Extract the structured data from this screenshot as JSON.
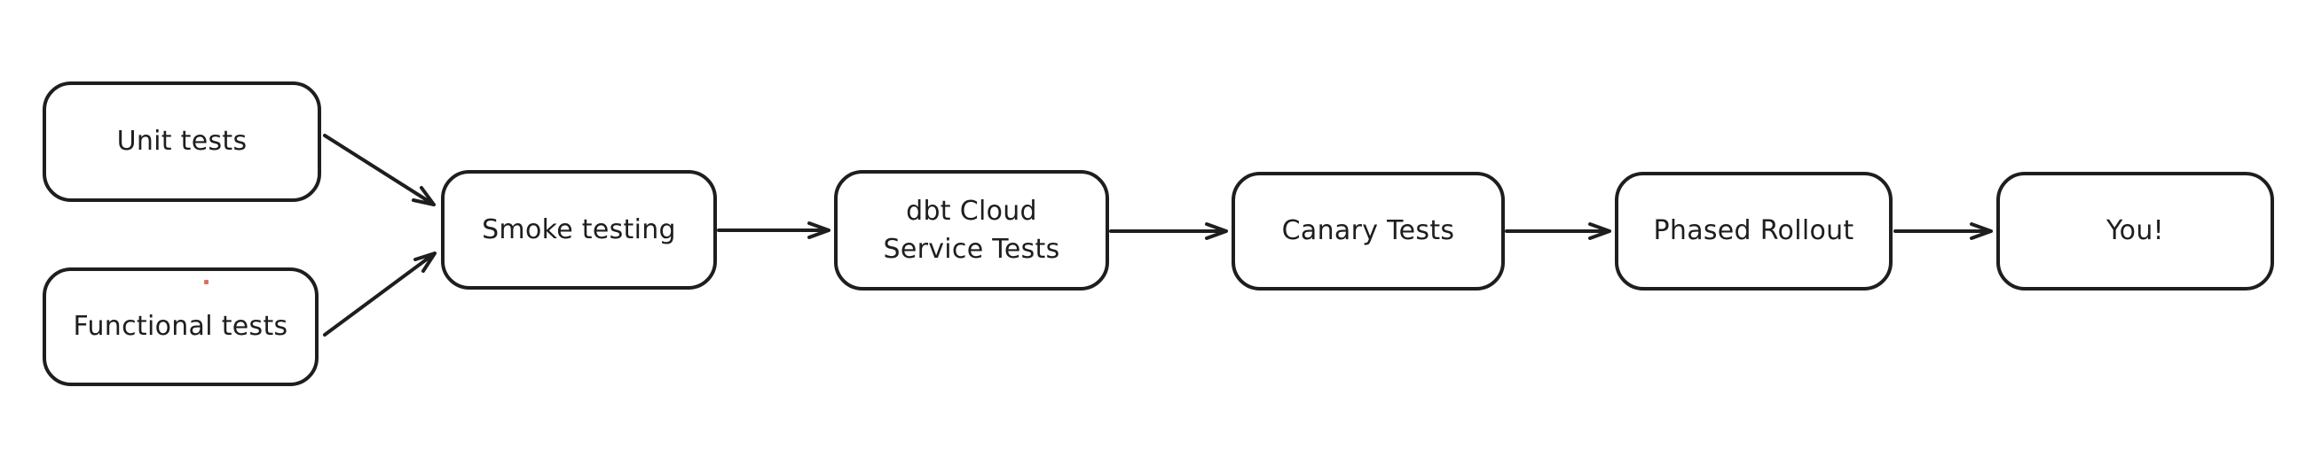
{
  "diagram": {
    "background_color": "#ffffff",
    "stroke_color": "#1e1e1e",
    "artifact_dot_color": "#d9564a",
    "nodes": [
      {
        "id": "unit-tests",
        "label": "Unit tests"
      },
      {
        "id": "functional-tests",
        "label": "Functional tests"
      },
      {
        "id": "smoke-testing",
        "label": "Smoke testing"
      },
      {
        "id": "dbt-cloud-service-tests",
        "label": "dbt Cloud Service Tests",
        "lines": [
          "dbt Cloud",
          "Service Tests"
        ]
      },
      {
        "id": "canary-tests",
        "label": "Canary Tests"
      },
      {
        "id": "phased-rollout",
        "label": "Phased Rollout"
      },
      {
        "id": "you",
        "label": "You!"
      }
    ],
    "edges": [
      {
        "from": "unit-tests",
        "to": "smoke-testing"
      },
      {
        "from": "functional-tests",
        "to": "smoke-testing"
      },
      {
        "from": "smoke-testing",
        "to": "dbt-cloud-service-tests"
      },
      {
        "from": "dbt-cloud-service-tests",
        "to": "canary-tests"
      },
      {
        "from": "canary-tests",
        "to": "phased-rollout"
      },
      {
        "from": "phased-rollout",
        "to": "you"
      }
    ]
  }
}
